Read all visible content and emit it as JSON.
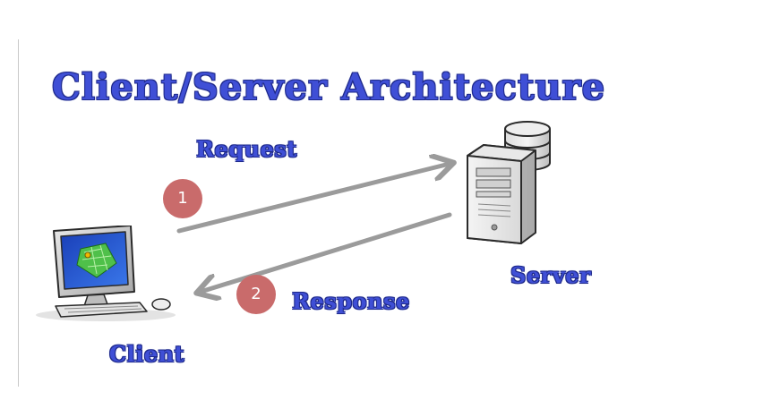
{
  "title": "Client/Server Architecture",
  "request": {
    "step": "1",
    "label": "Request"
  },
  "response": {
    "step": "2",
    "label": "Response"
  },
  "nodes": {
    "server": "Server",
    "client": "Client"
  },
  "icons": {
    "server": "server-tower-with-database-icon",
    "client": "desktop-computer-icon"
  },
  "colors": {
    "text": "#3f4fd6",
    "text_outline": "#1f2a8a",
    "badge": "#c96b6b",
    "arrow": "#9b9b9b"
  }
}
